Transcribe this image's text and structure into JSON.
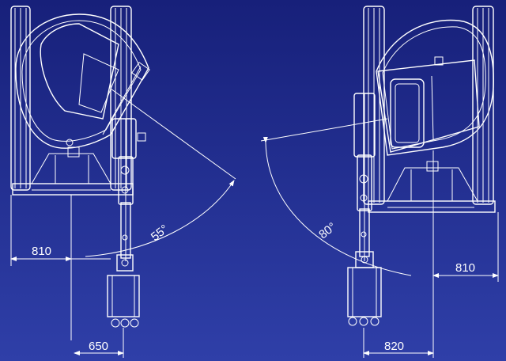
{
  "background": {
    "color_top": "#17207a",
    "color_bottom": "#2f3fa8",
    "line_color": "#ffffff"
  },
  "left_view": {
    "angle_label": "55°",
    "width_label": "810",
    "offset_label": "650"
  },
  "right_view": {
    "angle_label": "80°",
    "width_label": "810",
    "offset_label": "820"
  }
}
